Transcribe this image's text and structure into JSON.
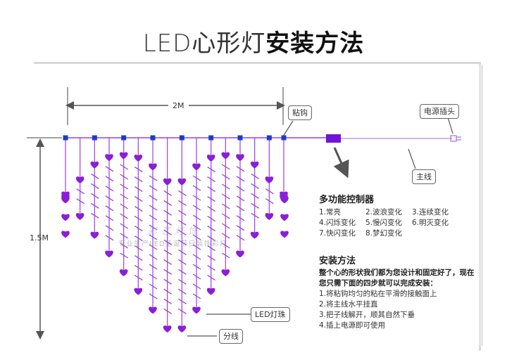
{
  "header": {
    "title_thin": "LED心形灯",
    "title_bold": "安装方法"
  },
  "dimensions": {
    "width_label": "2M",
    "height_label": "1.5M"
  },
  "callouts": {
    "hook": "粘钩",
    "power_plug": "电源插头",
    "main_wire": "主线",
    "led_bead": "LED灯珠",
    "branch_wire": "分线"
  },
  "controller": {
    "title": "多功能控制器",
    "modes": [
      "1.常亮",
      "2.波浪变化",
      "3.连续变化",
      "4.闪烁变化",
      "5.慢闪变化",
      "6.明灭变化",
      "7.快闪变化",
      "8.梦幻变化"
    ]
  },
  "installation": {
    "title": "安装方法",
    "intro": "整个心的形状我们都为您设计和固定好了，现在您只需下面的四步就可以完成安装：",
    "steps": [
      "1.将粘钩均匀的粘在平滑的接触面上",
      "2.将主线水平挂直",
      "3.把子线解开，顺其自然下垂",
      "4.插上电源即可使用"
    ]
  },
  "watermark": {
    "brand": "彩艺灯饰",
    "tagline": "专业生产LED圣诞节日装饰彩灯"
  },
  "colors": {
    "heart": "#8a1fd6",
    "strand": "#9b40e0",
    "hook": "#1a3ccc",
    "controller": "#6f14d8",
    "wire": "#b88ae8"
  }
}
